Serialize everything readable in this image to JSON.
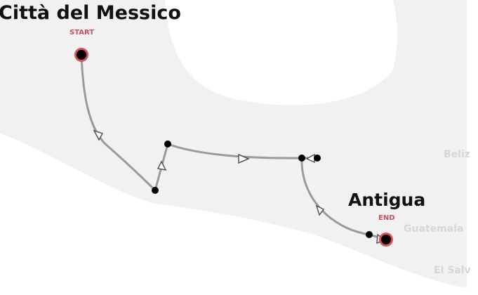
{
  "map": {
    "start": {
      "city": "Città del Messico",
      "tag": "START"
    },
    "end": {
      "city": "Antigua",
      "tag": "END"
    },
    "background_labels": [
      "Beliz",
      "Guatemala",
      "El Salv"
    ],
    "colors": {
      "route": "#9a9a9a",
      "stop": "#000000",
      "endpoint_ring": "#d9535f",
      "tag": "#c8505e",
      "land": "#f1f1f1",
      "water": "#ffffff"
    },
    "stops_count": 7
  }
}
